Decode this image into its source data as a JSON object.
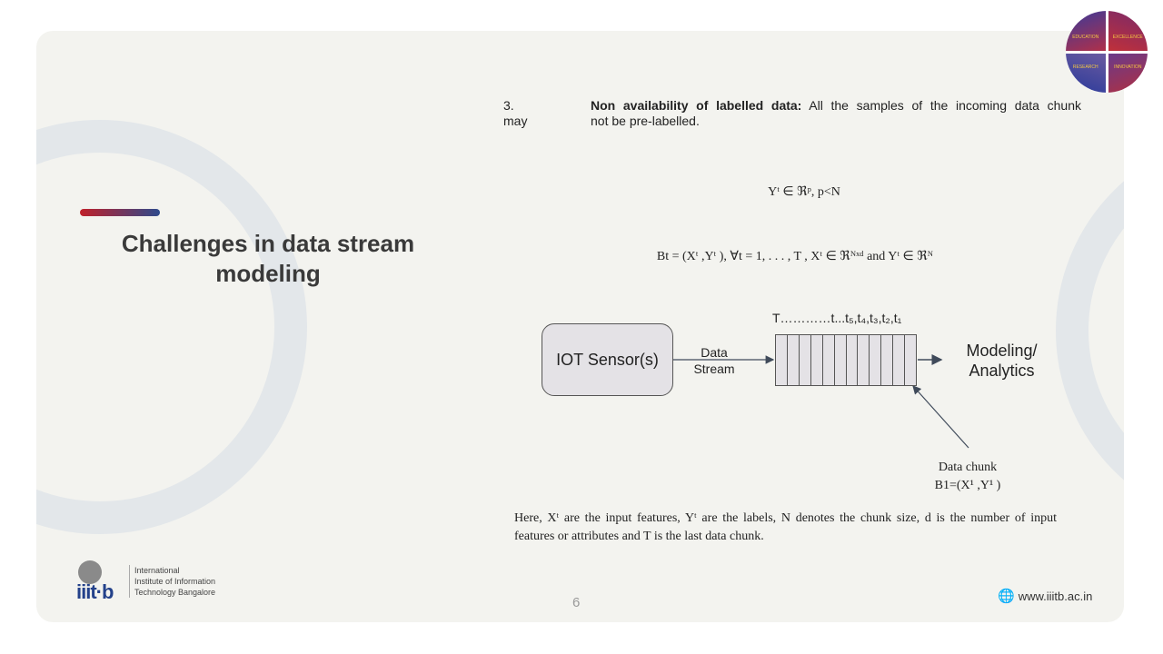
{
  "slide": {
    "title": "Challenges in data stream modeling",
    "point_number": "3.",
    "point_number_cont": "may",
    "point_heading": "Non availability of labelled data:",
    "point_text": "All the samples of the incoming data chunk",
    "point_text_cont": "not be pre-labelled.",
    "eq1": "Yᵗ ∈ ℜᵖ, p<N",
    "eq2": "Bt = (Xᵗ ,Yᵗ ), ∀t = 1, . . . , T , Xᵗ ∈ ℜᴺˣᵈ and Yᵗ ∈ ℜᴺ",
    "diagram": {
      "sensor": "IOT Sensor(s)",
      "stream_label_1": "Data",
      "stream_label_2": "Stream",
      "time_label": "T…………t...t₅,t₄,t₃,t₂,t₁",
      "output_1": "Modeling/",
      "output_2": "Analytics",
      "chunk_label_1": "Data chunk",
      "chunk_label_2": "B1=(X¹ ,Y¹ )",
      "cells": 12
    },
    "footnote": "Here, Xᵗ are the input features, Yᵗ are the labels, N denotes the chunk size, d is the number of input features or attributes and T is the last data chunk.",
    "page_number": "6"
  },
  "footer": {
    "logo_text": "iiit·b",
    "institute_1": "International",
    "institute_2": "Institute of Information",
    "institute_3": "Technology Bangalore",
    "website": "www.iiitb.ac.in"
  },
  "badge": {
    "labels": [
      "EDUCATION",
      "EXCELLENCE",
      "RESEARCH",
      "INNOVATION"
    ]
  }
}
